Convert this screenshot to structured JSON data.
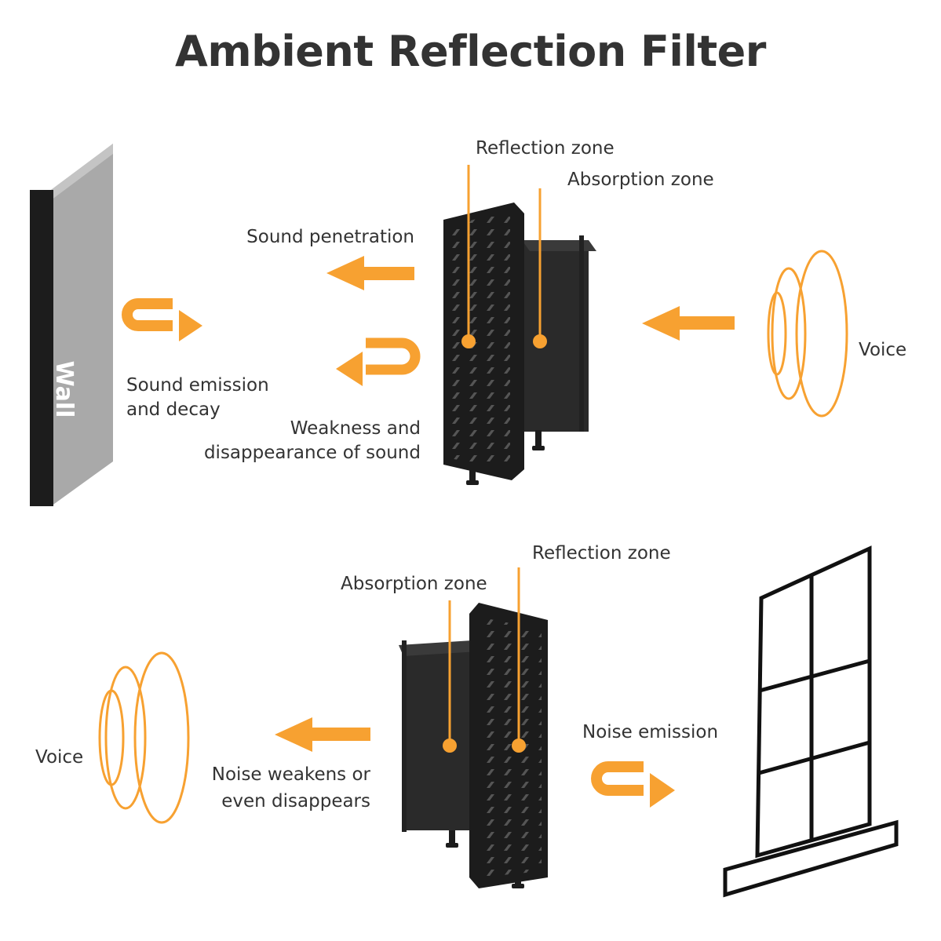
{
  "title": "Ambient Reflection Filter",
  "colors": {
    "accent": "#f7a131",
    "panel": "#1c1c1c",
    "text": "#333333"
  },
  "top_diagram": {
    "wall_label": "Wall",
    "reflection_zone": "Reflection zone",
    "absorption_zone": "Absorption zone",
    "sound_penetration": "Sound penetration",
    "sound_emission_line1": "Sound emission",
    "sound_emission_line2": "and decay",
    "weakness_line1": "Weakness and",
    "weakness_line2": "disappearance of sound",
    "voice": "Voice"
  },
  "bottom_diagram": {
    "reflection_zone": "Reflection zone",
    "absorption_zone": "Absorption zone",
    "noise_emission": "Noise emission",
    "noise_weakens_line1": "Noise weakens or",
    "noise_weakens_line2": "even disappears",
    "voice": "Voice"
  }
}
